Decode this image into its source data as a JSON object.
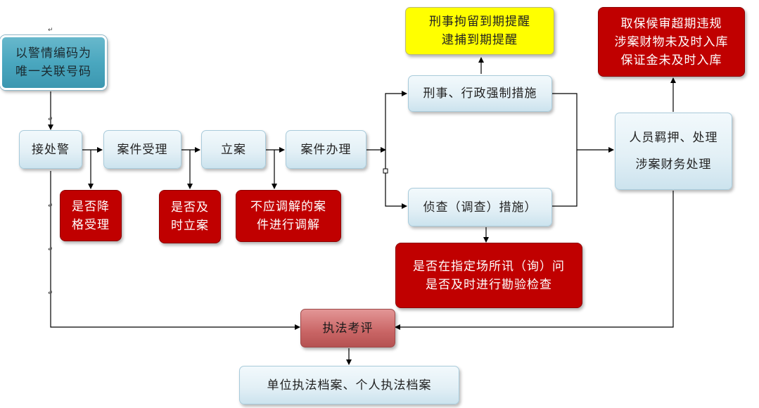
{
  "diagram": {
    "nodes": {
      "alarm_code": {
        "lines": [
          "以警情编码为",
          "唯一关联号码"
        ]
      },
      "receive_alarm": {
        "lines": [
          "接处警"
        ]
      },
      "case_accept": {
        "lines": [
          "案件受理"
        ]
      },
      "file_case": {
        "lines": [
          "立案"
        ]
      },
      "case_handle": {
        "lines": [
          "案件办理"
        ]
      },
      "coercive": {
        "lines": [
          "刑事、行政强制措施"
        ]
      },
      "investigation": {
        "lines": [
          "侦查（调查）措施）"
        ]
      },
      "detention_remind": {
        "lines": [
          "刑事拘留到期提醒",
          "逮捕到期提醒"
        ]
      },
      "bail_violation": {
        "lines": [
          "取保候审超期违规",
          "涉案财物未及时入库",
          "保证金未及时入库"
        ]
      },
      "person_property": {
        "lines": [
          "人员羁押、处理",
          "涉案财务处理"
        ]
      },
      "check_downgrade": {
        "lines": [
          "是否降",
          "格受理"
        ]
      },
      "check_timely_file": {
        "lines": [
          "是否及",
          "时立案"
        ]
      },
      "check_mediation": {
        "lines": [
          "不应调解的案",
          "件进行调解"
        ]
      },
      "check_interrogation": {
        "lines": [
          "是否在指定场所讯（询）问",
          "是否及时进行勘验检查"
        ]
      },
      "evaluation": {
        "lines": [
          "执法考评"
        ]
      },
      "archive": {
        "lines": [
          "单位执法档案、个人执法档案"
        ]
      }
    },
    "paragraph_mark": "↵",
    "colors": {
      "arrow": "#000000",
      "outline": "#111111",
      "pale_box": "#e3f0f6",
      "teal_box": "#4aa7bf",
      "red_box": "#c00000",
      "yellow_box": "#ffff00",
      "evaluation_box": "#c96565"
    }
  }
}
